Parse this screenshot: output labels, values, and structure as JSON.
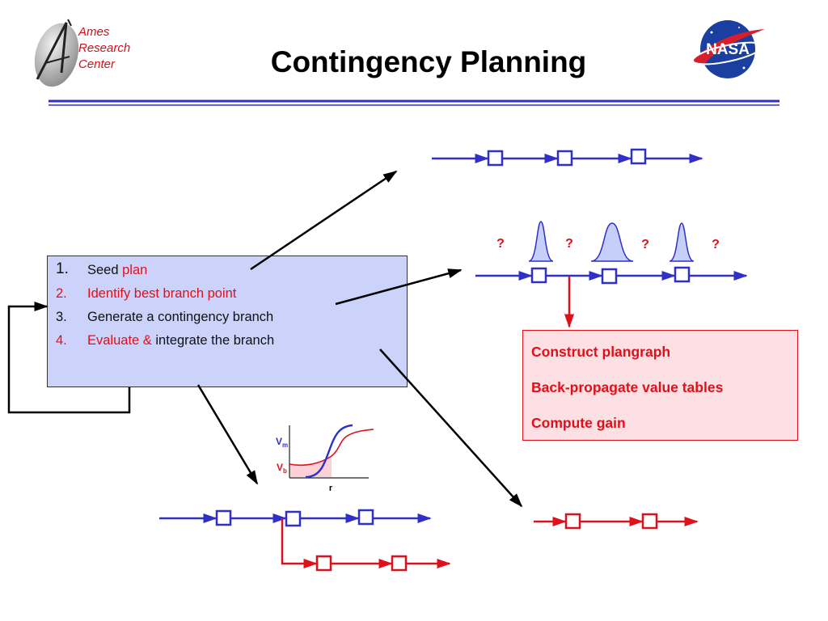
{
  "logo": {
    "lines": [
      "Ames",
      "Research",
      "Center"
    ]
  },
  "nasa_logo": {
    "label": "NASA"
  },
  "title": "Contingency Planning",
  "steps": [
    {
      "num": "1.",
      "parts": [
        {
          "text": "Seed ",
          "color": "black"
        },
        {
          "text": "plan",
          "color": "red"
        }
      ]
    },
    {
      "num": "2.",
      "num_color": "red",
      "parts": [
        {
          "text": "Identify best branch point",
          "color": "red"
        }
      ]
    },
    {
      "num": "3.",
      "parts": [
        {
          "text": "Generate a contingency branch",
          "color": "black"
        }
      ]
    },
    {
      "num": "4.",
      "num_color": "red",
      "parts": [
        {
          "text": "Evaluate & ",
          "color": "red"
        },
        {
          "text": "integrate the branch",
          "color": "black"
        }
      ]
    }
  ],
  "results": [
    "Construct plangraph",
    "Back-propagate value tables",
    "Compute gain"
  ],
  "question_marks": [
    "?",
    "?",
    "?",
    "?"
  ],
  "mini_chart": {
    "labels": {
      "vm": {
        "main": "V",
        "sub": "m"
      },
      "vb": {
        "main": "V",
        "sub": "b"
      },
      "x": "r"
    }
  },
  "colors": {
    "blue": "#3030c8",
    "red": "#e0101a",
    "box_fill": "#cbd3fb",
    "result_fill": "#fde0e4"
  }
}
